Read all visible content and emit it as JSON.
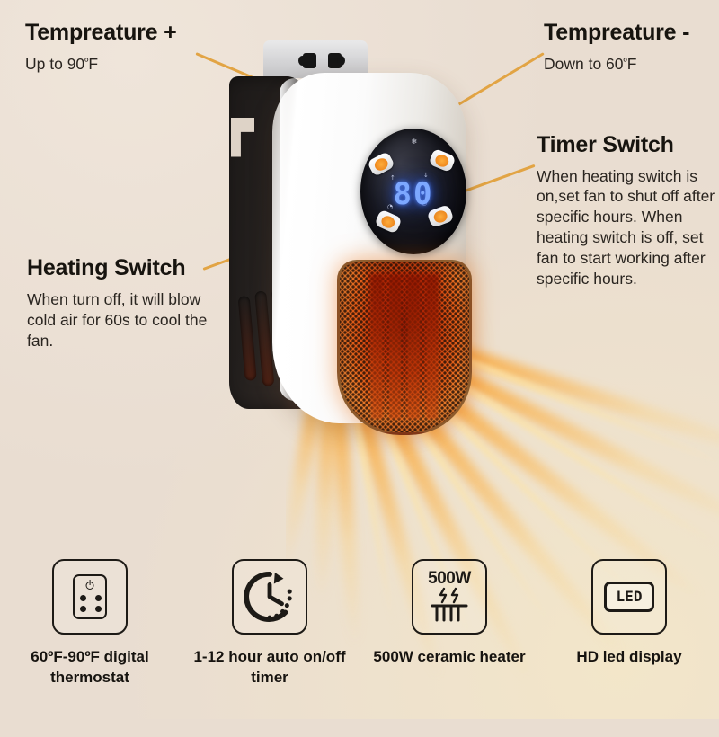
{
  "background_color": "#e9ddd1",
  "accent_color": "#e2a444",
  "heat_color": "#f0811e",
  "callouts": {
    "temp_plus": {
      "title": "Tempreature +",
      "body": "Up to 90",
      "unit": "º",
      "body_suffix": "F"
    },
    "temp_minus": {
      "title": "Tempreature -",
      "body": "Down to 60",
      "unit": "º",
      "body_suffix": "F"
    },
    "timer": {
      "title": "Timer Switch",
      "body": "When heating switch is on,set fan to shut off after specific hours. When heating switch is off, set fan to start working after specific hours."
    },
    "heating": {
      "title": "Heating Switch",
      "body": "When turn off, it will blow cold air for 60s to cool the fan."
    }
  },
  "device": {
    "display_value": "80",
    "panel_micro_labels": {
      "fan": "❄",
      "temp_up": "↑",
      "temp_down": "↓",
      "timer_left": "◔",
      "timer_right": "◔"
    }
  },
  "features": [
    {
      "icon": "thermostat-remote-icon",
      "label": "60ºF-90ºF digital thermostat"
    },
    {
      "icon": "clock-timer-icon",
      "label": "1-12 hour auto on/off timer"
    },
    {
      "icon": "500w-heater-icon",
      "label": "500W ceramic heater",
      "icon_text": "500W"
    },
    {
      "icon": "led-display-icon",
      "label": "HD led display",
      "icon_text": "LED"
    }
  ]
}
